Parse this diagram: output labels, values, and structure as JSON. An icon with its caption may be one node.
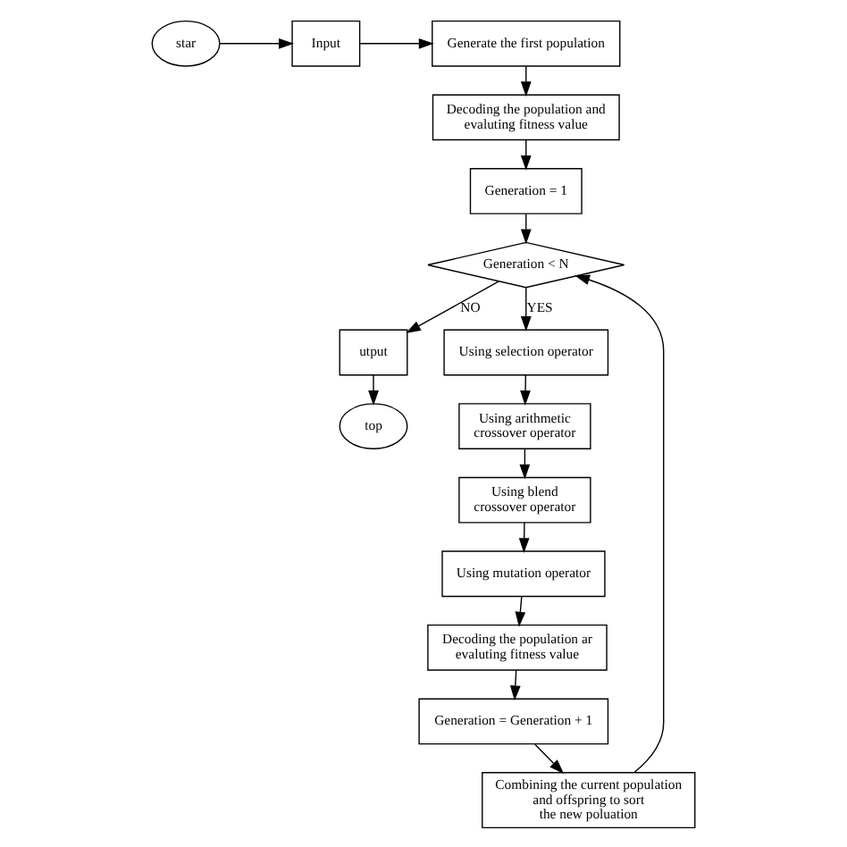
{
  "diagram": {
    "nodes": [
      {
        "text": [
          "star"
        ]
      },
      {
        "text": [
          "Input"
        ]
      },
      {
        "text": [
          "Generate the first population"
        ]
      },
      {
        "text": [
          "Decoding the population and evaluting fitness value"
        ]
      },
      {
        "text": [
          "Generation = 1"
        ]
      },
      {
        "text": [
          "Generation < N"
        ]
      },
      {
        "text": [
          "utput"
        ]
      },
      {
        "text": [
          "top"
        ]
      },
      {
        "text": [
          "Using selection operator"
        ]
      },
      {
        "text": [
          "Using arithmetic crossover operator"
        ]
      },
      {
        "text": [
          "Using blend crossover operator"
        ]
      },
      {
        "text": [
          "Using mutation operator"
        ]
      },
      {
        "text": [
          "Decoding the population ar evaluting fitness value"
        ]
      },
      {
        "text": [
          "Generation = Generation + 1"
        ]
      },
      {
        "text": [
          "Combining the current population and offspring to sort the new poluation"
        ]
      }
    ],
    "edges": [
      {
        "from": 0,
        "to": 1,
        "arrow": "to"
      },
      {
        "from": 1,
        "to": 2,
        "arrow": "to"
      },
      {
        "from": 2,
        "to": 3,
        "arrow": "to"
      },
      {
        "from": 3,
        "to": 4,
        "arrow": "to"
      },
      {
        "from": 4,
        "to": 5,
        "arrow": "to"
      },
      {
        "from": 5,
        "to": 6,
        "arrow": "to",
        "label": "NO"
      },
      {
        "from": 6,
        "to": 7,
        "arrow": "to"
      },
      {
        "from": 5,
        "to": 8,
        "arrow": "to",
        "label": "YES"
      },
      {
        "from": 8,
        "to": 9,
        "arrow": "to"
      },
      {
        "from": 9,
        "to": 10,
        "arrow": "to"
      },
      {
        "from": 10,
        "to": 11,
        "arrow": "to"
      },
      {
        "from": 11,
        "to": 12,
        "arrow": "to"
      },
      {
        "from": 12,
        "to": 13,
        "arrow": "to"
      },
      {
        "from": 13,
        "to": 14,
        "arrow": "to"
      },
      {
        "from": 14,
        "to": 5,
        "arrow": "to"
      }
    ]
  }
}
